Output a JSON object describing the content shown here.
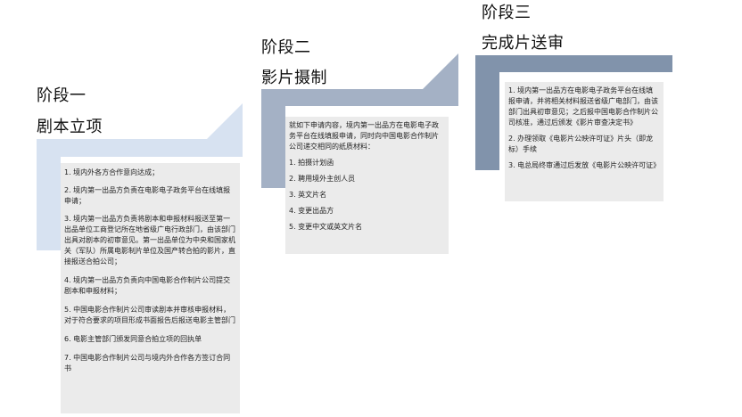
{
  "stages": [
    {
      "label": "阶段一",
      "title": "剧本立项",
      "items": [
        "1. 境内外各方合作意向达成；",
        "2. 境内第一出品方负责在电影电子政务平台在线填报申请；",
        "3. 境内第一出品方负责将剧本和申报材料报送至第一出品单位工商登记所在地省级广电行政部门，由该部门出具对剧本的初审意见。第一出品单位为中央和国家机关（军队）所属电影制片单位及国产转合拍的影片，直接报送合拍公司；",
        "4. 境内第一出品方负责向中国电影合作制片公司提交剧本和申报材料；",
        "5. 中国电影合作制片公司审读剧本并审核申报材料，对于符合要求的项目形成书面报告后报送电影主管部门",
        "6. 电影主管部门颁发同意合拍立项的回执单",
        "7. 中国电影合作制片公司与境内外合作各方签订合同书"
      ]
    },
    {
      "label": "阶段二",
      "title": "影片摄制",
      "intro": "就如下申请内容，境内第一出品方在电影电子政务平台在线填报申请，同时向中国电影合作制片公司递交相同的纸质材料：",
      "items": [
        "1. 拍摄计划函",
        "2. 聘用境外主创人员",
        "3. 英文片名",
        "4. 变更出品方",
        "5. 变更中文或英文片名"
      ]
    },
    {
      "label": "阶段三",
      "title": "完成片送审",
      "items": [
        "1. 境内第一出品方在电影电子政务平台在线填报申请，并将相关材料报送省级广电部门，由该部门出具初审意见；之后报中国电影合作制片公司核准，通过后颁发《影片审查决定书》",
        "2. 办理领取《电影片公映许可证》片头（即龙标）手续",
        "3. 电总局终审通过后发放《电影片公映许可证》"
      ]
    }
  ],
  "colors": {
    "stage1": "#d7e2f1",
    "stage2": "#a4b1c5",
    "stage3": "#8193ab",
    "box": "#ebebeb"
  }
}
